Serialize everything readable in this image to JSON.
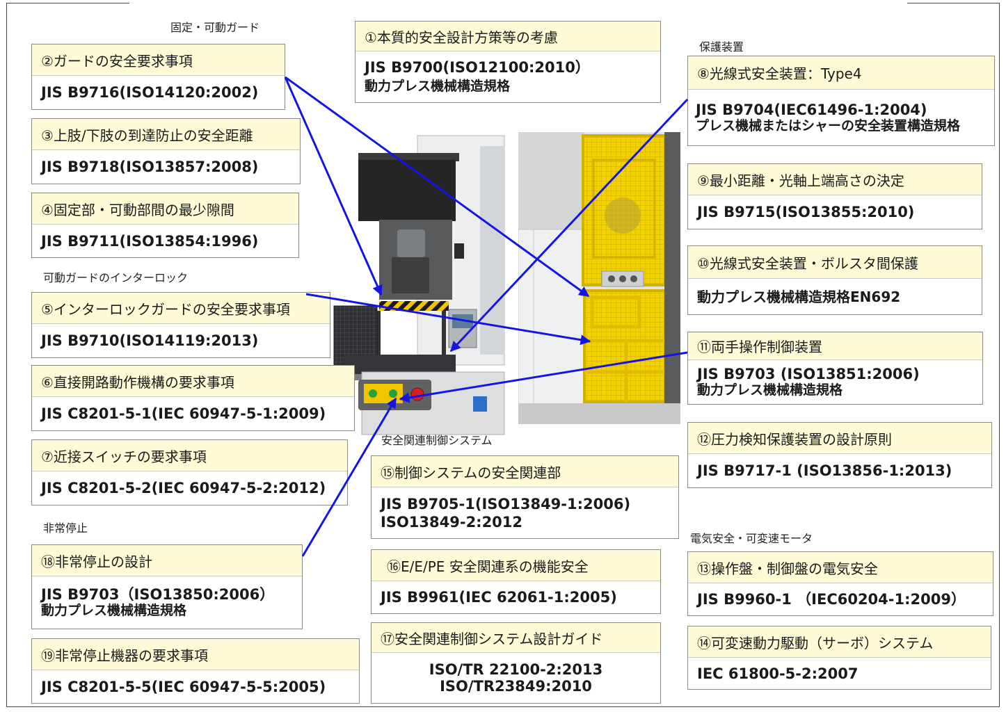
{
  "section_labels": {
    "fixed_movable_guard": "固定・可動ガード",
    "movable_guard_interlock": "可動ガードのインターロック",
    "emergency_stop": "非常停止",
    "safety_related_control": "安全関連制御システム",
    "protective_device": "保護装置",
    "electrical_safety": "電気安全・可変速モータ"
  },
  "standards": {
    "s01": {
      "title": "①本質的安全設計方策等の考慮",
      "lines": [
        "JIS B9700(ISO12100:2010）",
        "動力プレス機械構造規格"
      ]
    },
    "s02": {
      "title": "②ガードの安全要求事項",
      "lines": [
        "JIS B9716(ISO14120:2002)"
      ]
    },
    "s03": {
      "title": "③上肢/下肢の到達防止の安全距離",
      "lines": [
        "JIS B9718(ISO13857:2008)"
      ]
    },
    "s04": {
      "title": "④固定部・可動部間の最少隙間",
      "lines": [
        "JIS B9711(ISO13854:1996)"
      ]
    },
    "s05": {
      "title": "⑤インターロックガードの安全要求事項",
      "lines": [
        "JIS B9710(ISO14119:2013)"
      ]
    },
    "s06": {
      "title": "⑥直接開路動作機構の要求事項",
      "lines": [
        "JIS C8201-5-1(IEC 60947-5-1:2009)"
      ]
    },
    "s07": {
      "title": "⑦近接スイッチの要求事項",
      "lines": [
        "JIS C8201-5-2(IEC 60947-5-2:2012)"
      ]
    },
    "s08": {
      "title": "⑧光線式安全装置：Type4",
      "lines": [
        "JIS B9704(IEC61496-1:2004)",
        "プレス機械またはシャーの安全装置構造規格"
      ]
    },
    "s09": {
      "title": "⑨最小距離・光軸上端高さの決定",
      "lines": [
        "JIS B9715(ISO13855:2010)"
      ]
    },
    "s10": {
      "title": "⑩光線式安全装置・ボルスタ間保護",
      "lines": [
        "動力プレス機械構造規格EN692"
      ]
    },
    "s11": {
      "title": "⑪両手操作制御装置",
      "lines": [
        "JIS B9703 (ISO13851:2006)",
        "動力プレス機械構造規格"
      ]
    },
    "s12": {
      "title": "⑫圧力検知保護装置の設計原則",
      "lines": [
        "JIS B9717-1 (ISO13856-1:2013)"
      ]
    },
    "s13": {
      "title": "⑬操作盤・制御盤の電気安全",
      "lines": [
        "JIS B9960-1 （IEC60204-1:2009）"
      ]
    },
    "s14": {
      "title": "⑭可変速動力駆動（サーボ）システム",
      "lines": [
        "IEC 61800-5-2:2007"
      ]
    },
    "s15": {
      "title": "⑮制御システムの安全関連部",
      "lines": [
        "JIS B9705-1(ISO13849-1:2006)",
        "ISO13849-2:2012"
      ]
    },
    "s16": {
      "title": "⑯E/E/PE 安全関連系の機能安全",
      "lines": [
        "JIS B9961(IEC 62061-1:2005)"
      ]
    },
    "s17": {
      "title": "⑰安全関連制御システム設計ガイド",
      "lines": [
        "ISO/TR 22100-2:2013",
        "ISO/TR23849:2010"
      ]
    },
    "s18": {
      "title": "⑱非常停止の設計",
      "lines": [
        "JIS B9703（ISO13850:2006）",
        "動力プレス機械構造規格"
      ]
    },
    "s19": {
      "title": "⑲非常停止機器の要求事項",
      "lines": [
        "JIS C8201-5-5(IEC 60947-5-5:2005)"
      ]
    }
  },
  "colors": {
    "header_bg": "#fffbd6",
    "box_border": "#8a8a8a",
    "connector_arrow": "#1414e6",
    "guard_yellow": "#f2cf00"
  }
}
